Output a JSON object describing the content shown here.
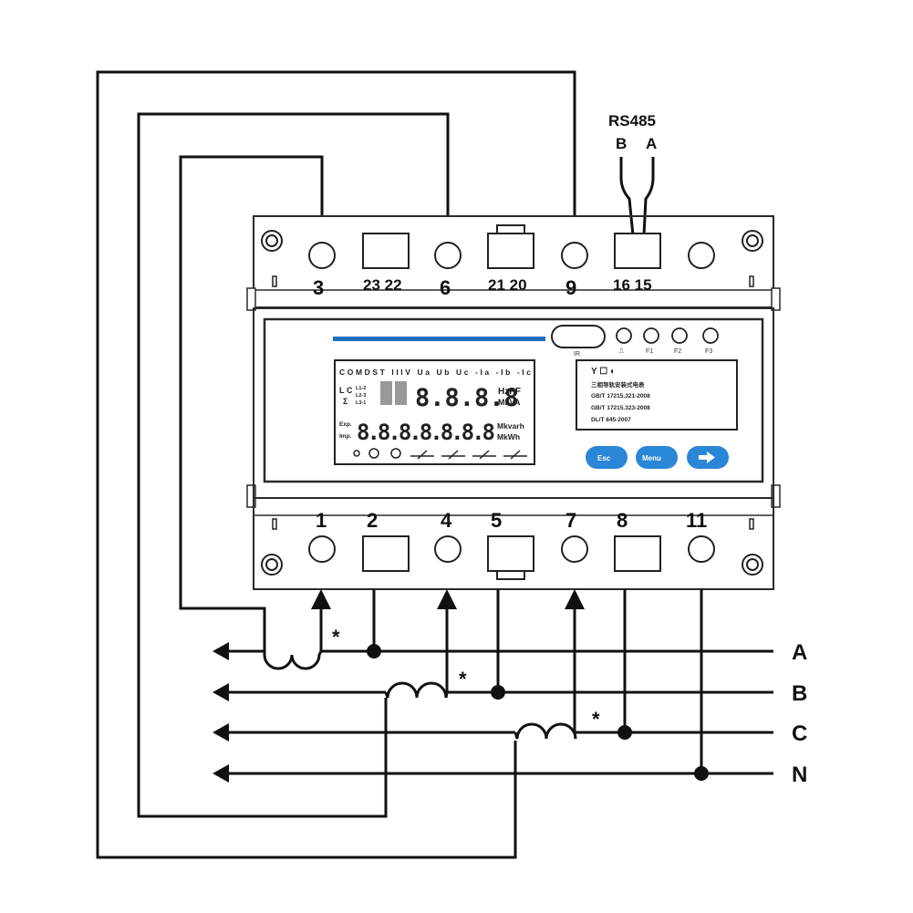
{
  "rs485": {
    "title": "RS485",
    "pin_b": "B",
    "pin_a": "A"
  },
  "top_terminals": {
    "t3": "3",
    "t23_22": "23 22",
    "t6": "6",
    "t21_20": "21 20",
    "t9": "9",
    "t16_15": "16 15"
  },
  "bottom_terminals": {
    "t1": "1",
    "t2": "2",
    "t4": "4",
    "t5": "5",
    "t7": "7",
    "t8": "8",
    "t11": "11"
  },
  "phases": [
    "A",
    "B",
    "C",
    "N"
  ],
  "polarity_mark": "*",
  "front_panel": {
    "ir_label": "IR",
    "pulse_label": "⎍",
    "f1": "F1",
    "f2": "F2",
    "f3": "F3",
    "buttons": {
      "esc": "Esc",
      "menu": "Menu",
      "next_icon": "arrow-right-icon"
    },
    "nameplate": {
      "icons": "Y ☐ ◐",
      "title": "三相导轨安装式电表",
      "standards": [
        "GB/T 17215.321-2008",
        "GB/T 17215.323-2008",
        "DL/T 645-2007"
      ]
    },
    "lcd": {
      "top_row": "COMDST IIIV Ua Ub Uc -Ia -Ib -Ic",
      "left_labels": [
        "L",
        "C",
        "Σ",
        "L1-2",
        "L2-3",
        "L3-1"
      ],
      "main_digits": "8.8.8.8",
      "main_units": "HzPF",
      "main_units2": "MkVA",
      "energy_labels": [
        "Exp.",
        "Imp."
      ],
      "energy_digits": "8.8.8.8.8.8.8",
      "energy_units": "Mkvarh",
      "energy_units2": "MkWh"
    }
  },
  "colors": {
    "button_blue": "#2a86d6",
    "accent_bar": "#1e6fc0",
    "line": "#111111"
  }
}
